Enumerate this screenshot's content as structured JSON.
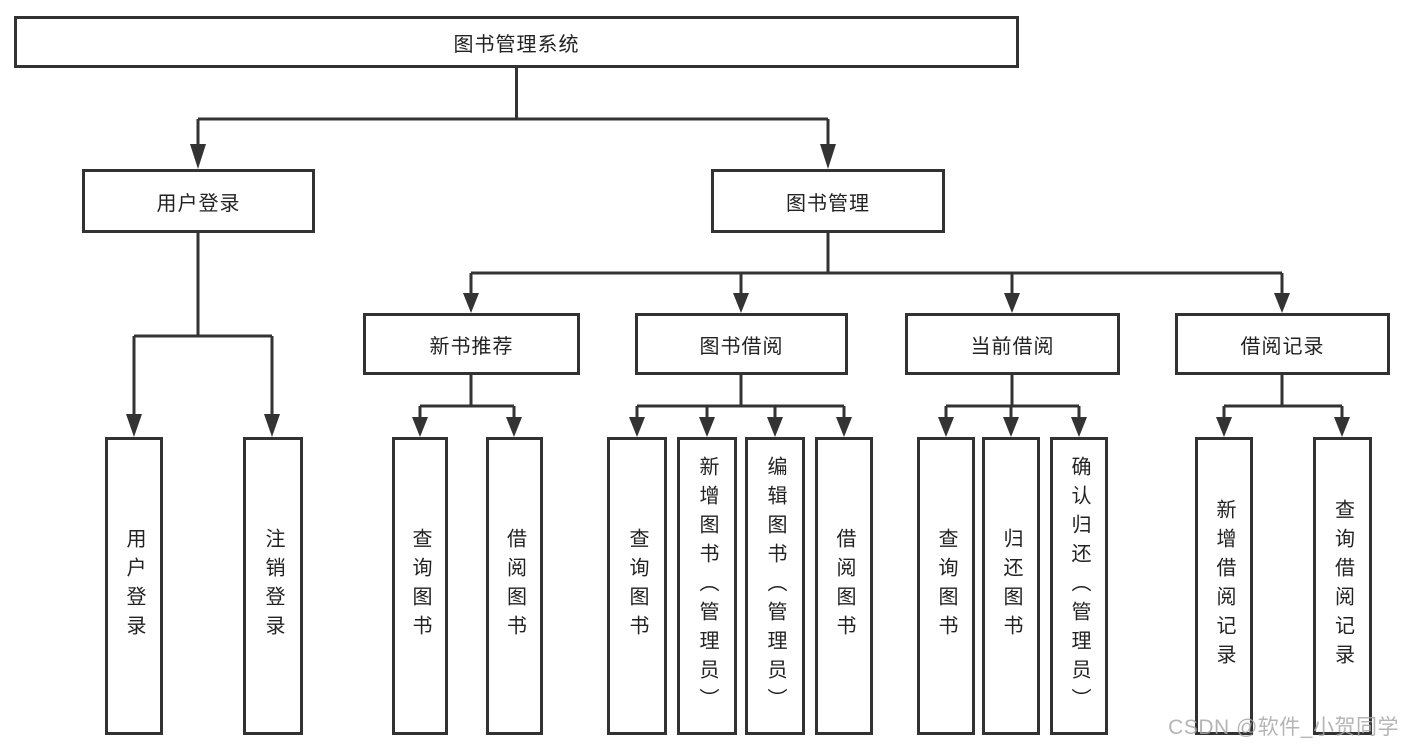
{
  "diagram": {
    "type": "hierarchy-tree",
    "line_color": "#333333",
    "border_color": "#323232",
    "text_color": "#222222",
    "background": "#ffffff"
  },
  "tree": {
    "root": "图书管理系统",
    "children": [
      {
        "label": "用户登录",
        "children": [
          "用户登录",
          "注销登录"
        ]
      },
      {
        "label": "图书管理",
        "children": [
          {
            "label": "新书推荐",
            "children": [
              "查询图书",
              "借阅图书"
            ]
          },
          {
            "label": "图书借阅",
            "children": [
              "查询图书",
              "新增图书（管理员）",
              "编辑图书（管理员）",
              "借阅图书"
            ]
          },
          {
            "label": "当前借阅",
            "children": [
              "查询图书",
              "归还图书",
              "确认归还（管理员）"
            ]
          },
          {
            "label": "借阅记录",
            "children": [
              "新增借阅记录",
              "查询借阅记录"
            ]
          }
        ]
      }
    ]
  },
  "watermark": "CSDN @软件_小贺同学"
}
